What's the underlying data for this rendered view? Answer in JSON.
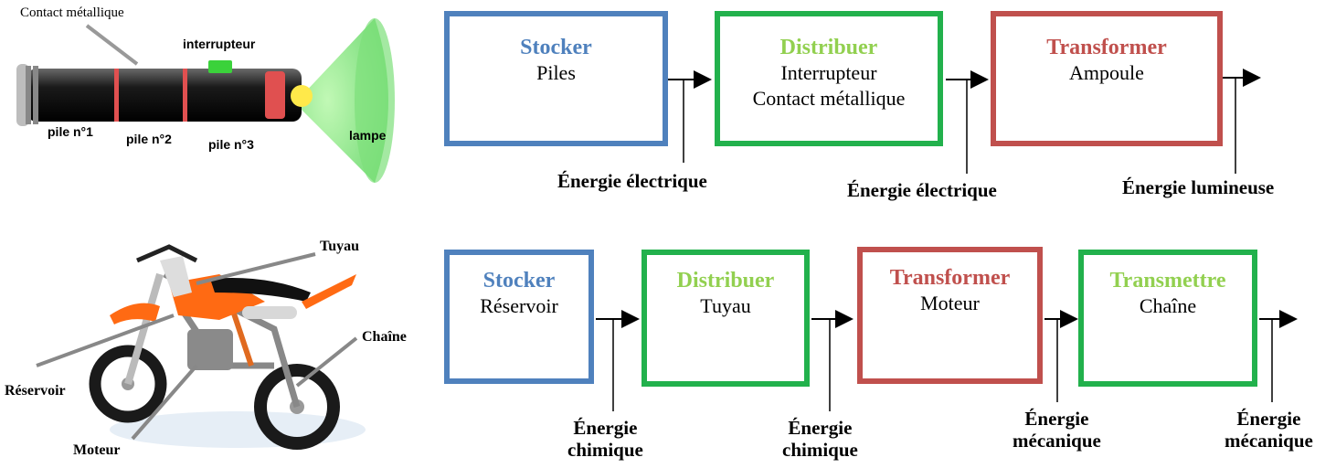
{
  "flashlight": {
    "labels": {
      "contact": "Contact métallique",
      "switch": "interrupteur",
      "pile1": "pile n°1",
      "pile2": "pile n°2",
      "pile3": "pile n°3",
      "lamp": "lampe"
    },
    "chain": [
      {
        "role": "Stocker",
        "items": [
          "Piles"
        ],
        "color": "#4f81bd"
      },
      {
        "role": "Distribuer",
        "items": [
          "Interrupteur",
          "Contact métallique"
        ],
        "color": "#92d050"
      },
      {
        "role": "Transformer",
        "items": [
          "Ampoule"
        ],
        "color": "#c0504d"
      }
    ],
    "energies": [
      "Énergie électrique",
      "Énergie électrique",
      "Énergie lumineuse"
    ]
  },
  "motorbike": {
    "labels": {
      "pipe": "Tuyau",
      "chain": "Chaîne",
      "tank": "Réservoir",
      "engine": "Moteur"
    },
    "chain": [
      {
        "role": "Stocker",
        "items": [
          "Réservoir"
        ],
        "color": "#4f81bd"
      },
      {
        "role": "Distribuer",
        "items": [
          "Tuyau"
        ],
        "color": "#92d050"
      },
      {
        "role": "Transformer",
        "items": [
          "Moteur"
        ],
        "color": "#c0504d"
      },
      {
        "role": "Transmettre",
        "items": [
          "Chaîne"
        ],
        "color": "#92d050"
      }
    ],
    "energies": [
      [
        "Énergie",
        "chimique"
      ],
      [
        "Énergie",
        "chimique"
      ],
      [
        "Énergie",
        "mécanique"
      ],
      [
        "Énergie",
        "mécanique"
      ]
    ]
  }
}
